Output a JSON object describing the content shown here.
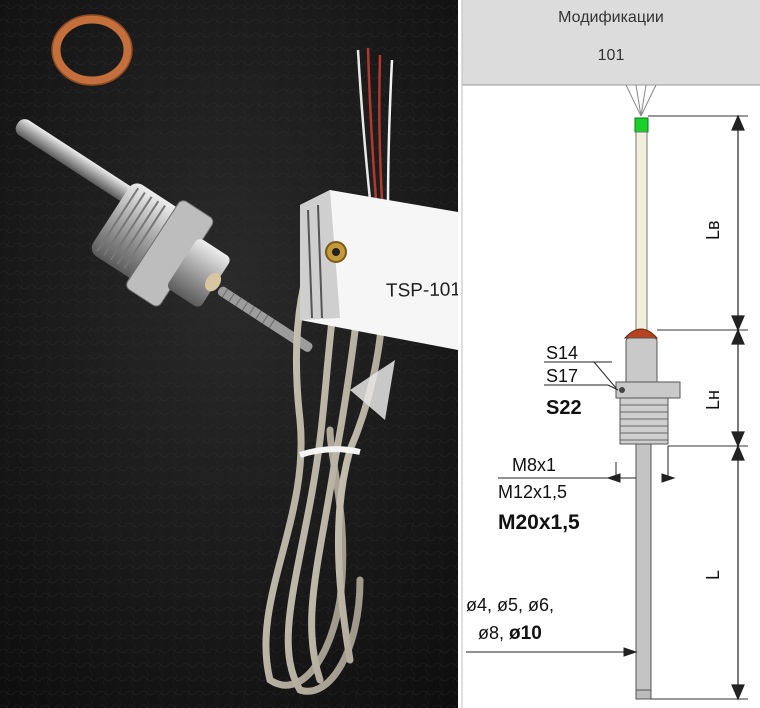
{
  "photo": {
    "tag_text": "TSP-101"
  },
  "drawing": {
    "header_title": "Модификации",
    "header_value": "101",
    "dim_lb": "Lв",
    "dim_lh": "Lн",
    "dim_l": "L",
    "wrench_1": "S14",
    "wrench_2": "S17",
    "wrench_3": "S22",
    "thread_1": "M8x1",
    "thread_2": "M12x1,5",
    "thread_3": "M20x1,5",
    "diam_line1": "ø4, ø5, ø6,",
    "diam_line2": "ø8, ",
    "diam_bold": "ø10"
  },
  "colors": {
    "leather": "#1a1a1a",
    "header_bg": "#dcdcdc",
    "sensor_tip": "#19d12a",
    "cap": "#b8431e",
    "copper_ring": "#c56f3c"
  }
}
